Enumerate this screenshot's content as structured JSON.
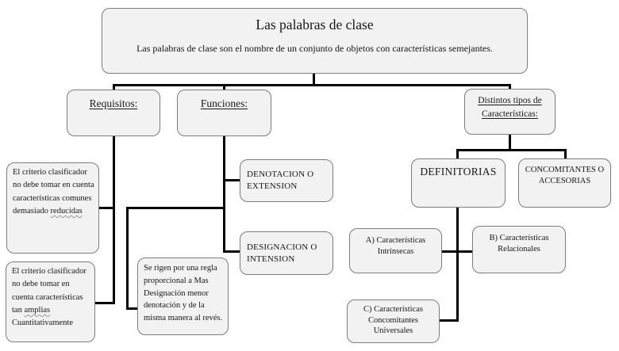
{
  "root_node": {
    "title": "Las palabras de clase",
    "description": "Las palabras de clase son el nombre de un conjunto de objetos con características semejantes."
  },
  "branches": {
    "requisitos": {
      "label": "Requisitos:"
    },
    "funciones": {
      "label": "Funciones:"
    },
    "distintos_tipos": {
      "label_line1": "Distintos tipos de",
      "label_line2": "Características:"
    }
  },
  "requisitos_children": {
    "reducidas": {
      "text": "El criterio clasificador no debe tomar en cuenta características comunes demasiado",
      "underlined_word": "reducidas"
    },
    "amplias": {
      "text": "El criterio clasificador no debe tomar en cuenta características tan",
      "underlined_word": "amplias",
      "tail": "Cuantitativamente"
    }
  },
  "funciones_children": {
    "denotacion": {
      "label": "DENOTACION O EXTENSION"
    },
    "designacion": {
      "label": "DESIGNACION O INTENSION"
    },
    "regla": {
      "text": "Se rigen por una regla proporcional a Mas Designación menor denotación  y de la misma manera al revés."
    }
  },
  "caracteristicas_children": {
    "definitorias": {
      "label": "DEFINITORIAS"
    },
    "concomitantes": {
      "label": "CONCOMITANTES O ACCESORIAS"
    },
    "intrinsecas": {
      "label": "A) Características Intrínsecas"
    },
    "relacionales": {
      "label": "B) Características Relacionales"
    },
    "universales": {
      "label": "C) Características Concomitantes Universales"
    }
  },
  "colors": {
    "box_fill": "#f2f2f2",
    "box_border": "#7d7d7d",
    "connector": "#000000",
    "text": "#161616",
    "squiggle_underline": "#999999"
  }
}
